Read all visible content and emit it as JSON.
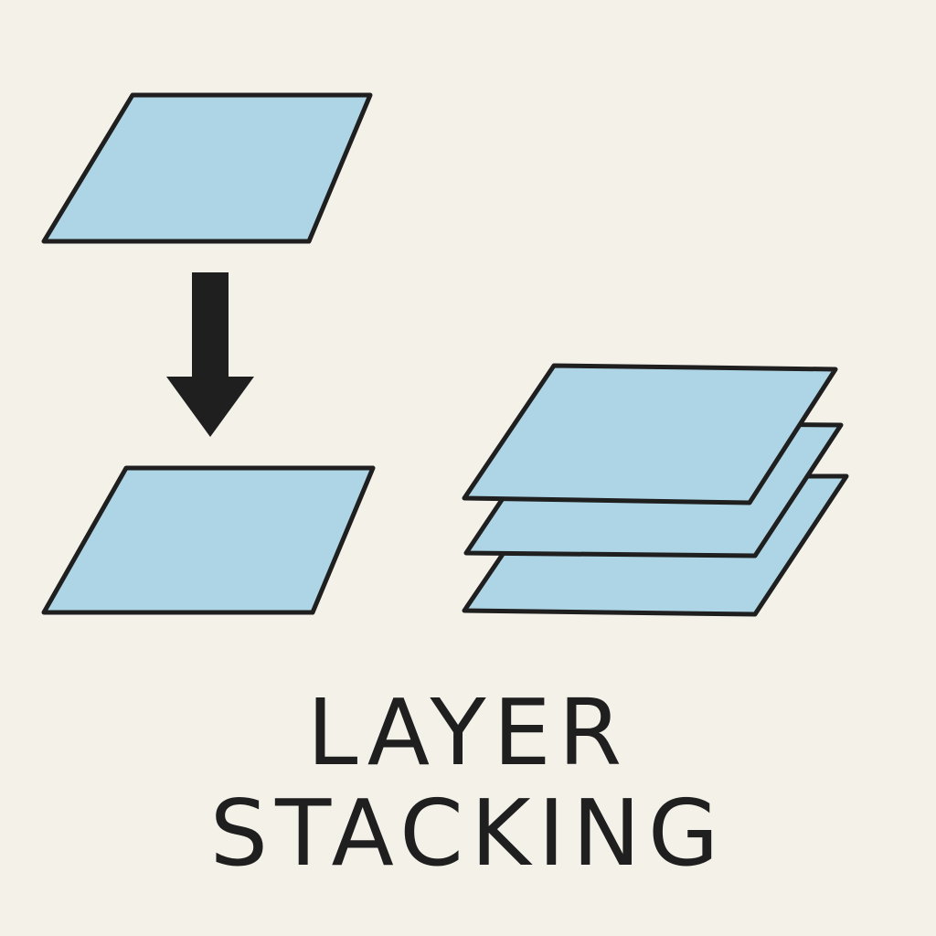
{
  "title": {
    "line1": "LAYER",
    "line2": "STACKING"
  },
  "colors": {
    "background": "#f3f1e8",
    "layer_fill": "#add5e6",
    "outline": "#1f1f1f",
    "arrow": "#1f1f1f"
  },
  "icons": {
    "arrow": "down-arrow-icon"
  },
  "stacked_layer_count": 3
}
